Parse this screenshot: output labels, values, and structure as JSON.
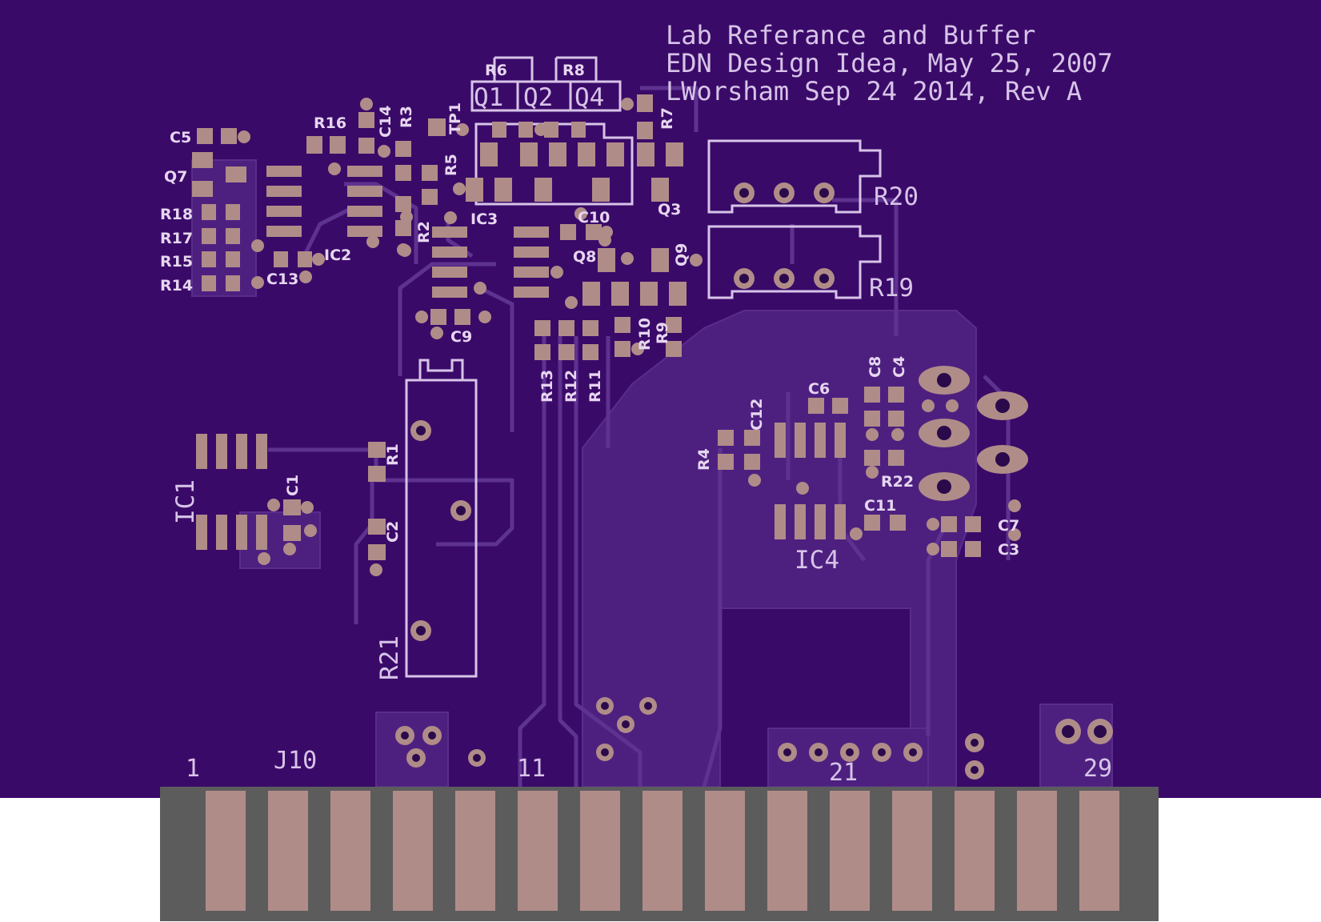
{
  "board": {
    "title_lines": [
      "Lab Referance and Buffer",
      "EDN Design Idea, May 25, 2007",
      "LWorsham Sep 24 2014, Rev A"
    ],
    "connector": {
      "name": "J10",
      "pin_labels": [
        "1",
        "11",
        "21",
        "29"
      ]
    }
  },
  "components": {
    "C5": "C5",
    "Q7": "Q7",
    "R18": "R18",
    "R17": "R17",
    "R15": "R15",
    "R14": "R14",
    "C13": "C13",
    "IC2": "IC2",
    "R16": "R16",
    "C14": "C14",
    "R3": "R3",
    "TP1": "TP1",
    "R5": "R5",
    "R2": "R2",
    "IC3": "IC3",
    "R6": "R6",
    "R8": "R8",
    "Q1": "Q1",
    "Q2": "Q2",
    "Q4": "Q4",
    "R7": "R7",
    "Q3": "Q3",
    "C10": "C10",
    "Q8": "Q8",
    "Q9": "Q9",
    "C9": "C9",
    "R13": "R13",
    "R12": "R12",
    "R11": "R11",
    "R10": "R10",
    "R9": "R9",
    "R20": "R20",
    "R19": "R19",
    "IC1": "IC1",
    "C1": "C1",
    "R1": "R1",
    "C2": "C2",
    "R21": "R21",
    "R4": "R4",
    "C12": "C12",
    "C6": "C6",
    "C8": "C8",
    "C4": "C4",
    "R22": "R22",
    "C11": "C11",
    "C7": "C7",
    "C3": "C3",
    "IC4": "IC4"
  },
  "colors": {
    "board": "#3a0a69",
    "trace": "#4d2080",
    "trace_outline": "#5e3290",
    "pad": "#b08c88",
    "silkscreen": "#d7c4e8",
    "finger_bg": "#5c5c5c",
    "page": "#ffffff"
  }
}
